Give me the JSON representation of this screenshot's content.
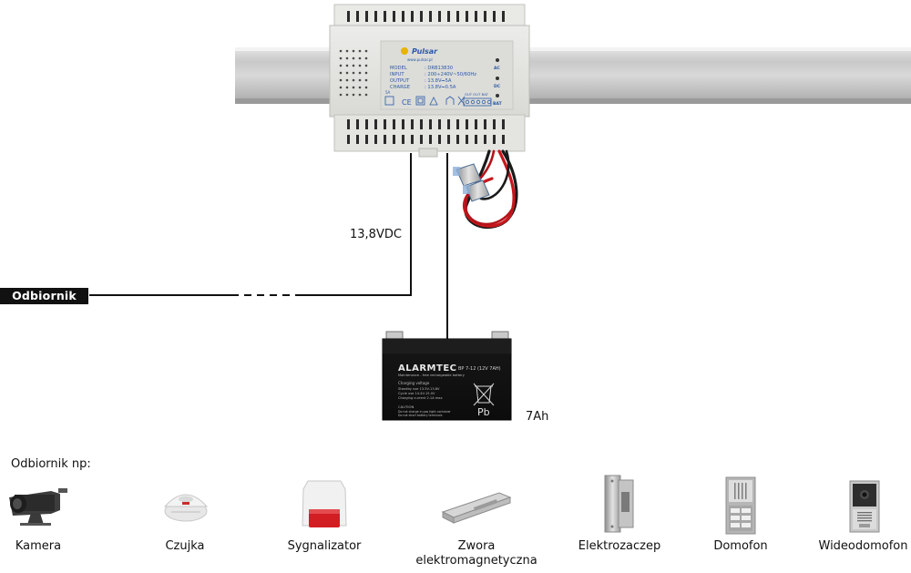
{
  "psu": {
    "brand": "Pulsar",
    "website": "www.pulsar.pl",
    "specs": [
      {
        "key": "MODEL",
        "value": ": DRB13830"
      },
      {
        "key": "INPUT",
        "value": ": 200÷240V~50/60Hz"
      },
      {
        "key": "OUTPUT",
        "value": ": 13.8V⎓5A"
      },
      {
        "key": "CHARGE",
        "value": ": 13.8V⎓0.5A"
      }
    ],
    "leds": [
      "AC",
      "DC",
      "BAT"
    ],
    "terminal_labels": "OUT OUT BAT",
    "fuse_label": "5A"
  },
  "output_voltage_label": "13,8VDC",
  "receiver_tag": "Odbiornik",
  "battery": {
    "brand": "ALARMTEC",
    "model": "BP 7-12 (12V 7AH)",
    "subtitle": "Maintenance - free rechargeable battery",
    "charging_title": "Charging voltage",
    "charging_lines": [
      "Standby use   13.5V-13.8V",
      "Cycle use     14.4V-15.0V",
      "Charging current  2.1A max"
    ],
    "caution": "CAUTION",
    "caution_lines": [
      "Do not charge in gas tight container",
      "Do not short battery terminals"
    ],
    "pb_label": "Pb",
    "capacity_label": "7Ah"
  },
  "receivers_heading": "Odbiornik np:",
  "receivers": [
    {
      "label": "Kamera",
      "icon": "camera-icon"
    },
    {
      "label": "Czujka",
      "icon": "smoke-detector-icon"
    },
    {
      "label": "Sygnalizator",
      "icon": "siren-icon"
    },
    {
      "label": "Zwora elektromagnetyczna",
      "label_line1": "Zwora",
      "label_line2": "elektromagnetyczna",
      "icon": "magnetic-lock-icon"
    },
    {
      "label": "Elektrozaczep",
      "icon": "electric-strike-icon"
    },
    {
      "label": "Domofon",
      "icon": "intercom-icon"
    },
    {
      "label": "Wideodomofon",
      "icon": "video-intercom-icon"
    }
  ]
}
